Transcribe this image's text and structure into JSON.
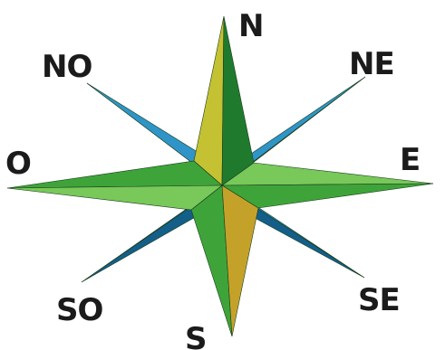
{
  "compass": {
    "labels": {
      "n": "N",
      "ne": "NE",
      "e": "E",
      "se": "SE",
      "s": "S",
      "so": "SO",
      "o": "O",
      "no": "NO"
    },
    "colors": {
      "cardinal_green_light": "#78c85a",
      "cardinal_green_mid": "#3ea43a",
      "cardinal_green_dark": "#1f7a2e",
      "cardinal_yellow": "#c4c232",
      "cardinal_yellow_dark": "#9f9b24",
      "ordinal_blue_light": "#2f95c8",
      "ordinal_blue_dark": "#135f8a",
      "ordinal_teal": "#2c8f7e",
      "outline": "#1b3c1b",
      "label_text": "#1b1b1b"
    }
  }
}
